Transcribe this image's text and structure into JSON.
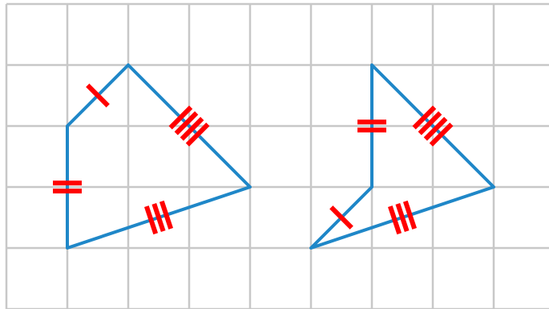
{
  "colors": {
    "grid": "#c8c8c8",
    "shape": "#1f87c8",
    "mark": "#ff0000",
    "background": "#ffffff"
  },
  "grid": {
    "columns": 9,
    "rows": 5
  },
  "shapes": [
    {
      "name": "left-quadrilateral",
      "vertices": [
        [
          1,
          2
        ],
        [
          2,
          1
        ],
        [
          4,
          3
        ],
        [
          1,
          4
        ]
      ],
      "sides": [
        {
          "name": "side-a",
          "from": 0,
          "to": 1,
          "ticks": 1
        },
        {
          "name": "side-b",
          "from": 1,
          "to": 2,
          "ticks": 4
        },
        {
          "name": "side-c",
          "from": 2,
          "to": 3,
          "ticks": 3
        },
        {
          "name": "side-d",
          "from": 3,
          "to": 0,
          "ticks": 2
        }
      ]
    },
    {
      "name": "right-quadrilateral",
      "vertices": [
        [
          6,
          1
        ],
        [
          8,
          3
        ],
        [
          5,
          4
        ],
        [
          6,
          3
        ]
      ],
      "sides": [
        {
          "name": "side-a",
          "from": 3,
          "to": 0,
          "ticks": 2
        },
        {
          "name": "side-b",
          "from": 0,
          "to": 1,
          "ticks": 4
        },
        {
          "name": "side-c",
          "from": 1,
          "to": 2,
          "ticks": 3
        },
        {
          "name": "side-d",
          "from": 2,
          "to": 3,
          "ticks": 1
        }
      ]
    }
  ]
}
